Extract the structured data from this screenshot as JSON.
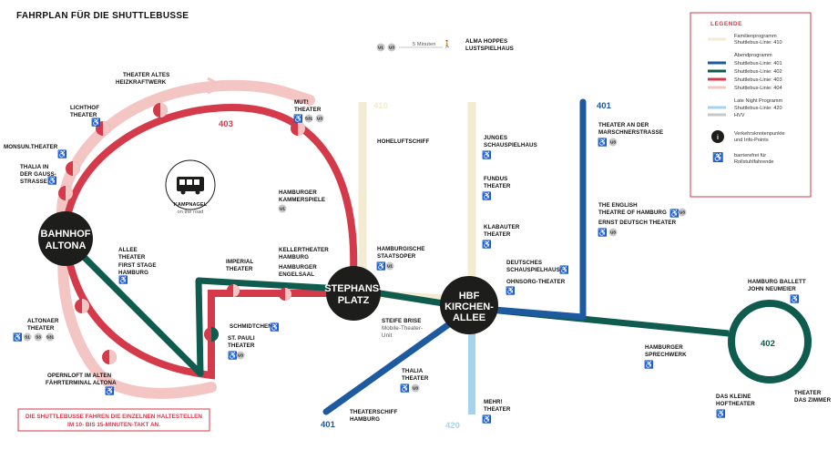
{
  "title": "FAHRPLAN FÜR DIE SHUTTLEBUSSE",
  "colors": {
    "line401": "#1d5aa0",
    "line402": "#0f5c4e",
    "line403": "#d43a4a",
    "line404": "#f3c6c4",
    "line410": "#f3ecd3",
    "line420": "#a6d3ec",
    "hvv": "#c7c7c7",
    "hub": "#1d1d1b",
    "accent": "#d43a4a"
  },
  "hubs": {
    "altona": [
      "BAHNHOF",
      "ALTONA"
    ],
    "stephans": [
      "STEPHANS-",
      "PLATZ"
    ],
    "hbf": [
      "HBF",
      "KIRCHEN-",
      "ALLEE"
    ]
  },
  "line_labels": {
    "l401_top": "401",
    "l401_bottom": "401",
    "l402": "402",
    "l403": "403",
    "l404": "404",
    "l410": "410",
    "l420": "420"
  },
  "stops": {
    "theater_altes": [
      "THEATER ALTES",
      "HEIZKRAFTWERK"
    ],
    "lichthof": [
      "LICHTHOF",
      "THEATER"
    ],
    "monsun": [
      "MONSUN.THEATER"
    ],
    "thalia_gauss": [
      "THALIA IN",
      "DER GAUSS-",
      "STRASSE"
    ],
    "allee": [
      "ALLEE",
      "THEATER",
      "FIRST STAGE",
      "HAMBURG"
    ],
    "altonaer": [
      "ALTONAER",
      "THEATER"
    ],
    "opernloft": [
      "OPERNLOFT IM ALTEN",
      "FÄHRTERMINAL ALTONA"
    ],
    "imperial": [
      "IMPERIAL",
      "THEATER"
    ],
    "schmidtchen": [
      "SCHMIDTCHEN"
    ],
    "st_pauli": [
      "ST. PAULI",
      "THEATER"
    ],
    "mut": [
      "MUT!",
      "THEATER"
    ],
    "kammerspiele": [
      "HAMBURGER",
      "KAMMERSPIELE"
    ],
    "kellertheater": [
      "KELLERTHEATER",
      "HAMBURG"
    ],
    "engelsaal": [
      "HAMBURGER",
      "ENGELSAAL"
    ],
    "alma": [
      "ALMA HOPPES",
      "LUSTSPIELHAUS"
    ],
    "hoheluft": [
      "HOHELUFTSCHIFF"
    ],
    "staatsoper": [
      "HAMBURGISCHE",
      "STAATSOPER"
    ],
    "steife_brise": [
      "STEIFE BRISE"
    ],
    "steife_brise_sub": [
      "Mobile-Theater-",
      "Unit"
    ],
    "junges": [
      "JUNGES",
      "SCHAUSPIELHAUS"
    ],
    "fundus": [
      "FUNDUS",
      "THEATER"
    ],
    "klabauter": [
      "KLABAUTER",
      "THEATER"
    ],
    "deutsches": [
      "DEUTSCHES",
      "SCHAUSPIELHAUS"
    ],
    "ohnsorg": [
      "OHNSORG-THEATER"
    ],
    "thalia": [
      "THALIA",
      "THEATER"
    ],
    "theaterschiff": [
      "THEATERSCHIFF",
      "HAMBURG"
    ],
    "mehr": [
      "MEHR!",
      "THEATER"
    ],
    "marschner": [
      "THEATER AN DER",
      "MARSCHNERSTRASSE"
    ],
    "english": [
      "THE ENGLISH",
      "THEATRE OF HAMBURG"
    ],
    "ernst": [
      "ERNST DEUTSCH THEATER"
    ],
    "sprechwerk": [
      "HAMBURGER",
      "SPRECHWERK"
    ],
    "ballett": [
      "HAMBURG BALLETT",
      "JOHN NEUMEIER"
    ],
    "kleine": [
      "DAS KLEINE",
      "HOFTHEATER"
    ],
    "zimmer": [
      "THEATER",
      "DAS ZIMMER"
    ]
  },
  "kampnagel": {
    "name": "KAMPNAGEL",
    "sub": "on the road"
  },
  "walk_note": "5 Minuten",
  "badges": {
    "u1": "U1",
    "u3": "U3",
    "s1": "S1",
    "s3": "S3",
    "s31": "S31"
  },
  "notice": [
    "DIE SHUTTLEBUSSE FAHREN DIE EINZELNEN HALTESTELLEN",
    "IM 10- BIS 15-MINUTEN-TAKT AN."
  ],
  "legend": {
    "heading": "LEGENDE",
    "familien_title": "Familienprogramm",
    "line410": "Shuttlebus-Linie: 410",
    "abend_title": "Abendprogramm",
    "line401": "Shuttlebus-Linie: 401",
    "line402": "Shuttlebus-Linie: 402",
    "line403": "Shuttlebus-Linie: 403",
    "line404": "Shuttlebus-Linie: 404",
    "late_title": "Late Night Programm",
    "line420": "Shuttlebus-Linie: 420",
    "hvv": "HVV",
    "info_symbol": "i",
    "info_text": [
      "Verkehrsknotenpunkte",
      "und Info-Points"
    ],
    "access_text": [
      "barrierefrei für",
      "Rollstuhlfahrende"
    ]
  },
  "wheelchair_symbol": "♿"
}
